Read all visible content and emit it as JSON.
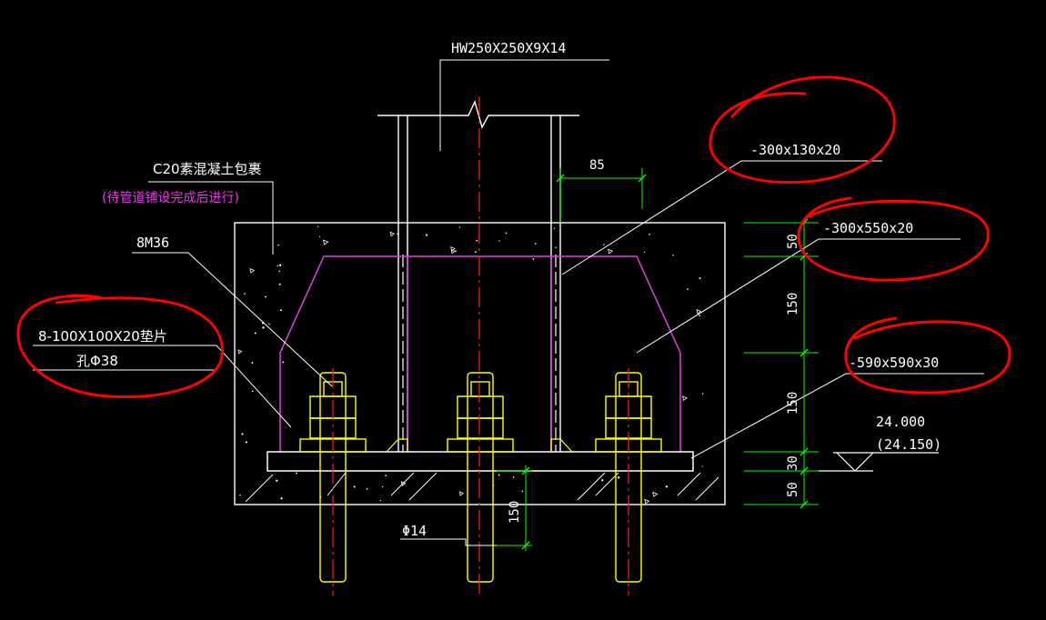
{
  "drawing": {
    "column_label": "HW250X250X9X14",
    "encasement_label": "C20素混凝土包裹",
    "encasement_note": "(待管道铺设完成后进行)",
    "anchor_label": "8M36",
    "washer_label": "8-100X100X20垫片",
    "washer_hole_label": "孔Φ38",
    "stiffener_label": "-300x130x20",
    "rib_label": "-300x550x20",
    "base_plate_label": "-590x590x30",
    "dim_85": "85",
    "dim_150_anchor": "150",
    "dia_14_label": "Φ14",
    "elevation": "24.000",
    "elevation_paren": "(24.150)",
    "dims_right": [
      "50",
      "150",
      "150",
      "30",
      "50"
    ]
  },
  "colors": {
    "background": "#000000",
    "line_white": "#ffffff",
    "line_yellow": "#ffff00",
    "line_green": "#00ff00",
    "line_magenta": "#e040e0",
    "centerline_red": "#ff2020",
    "markup_red": "#ff0000"
  }
}
